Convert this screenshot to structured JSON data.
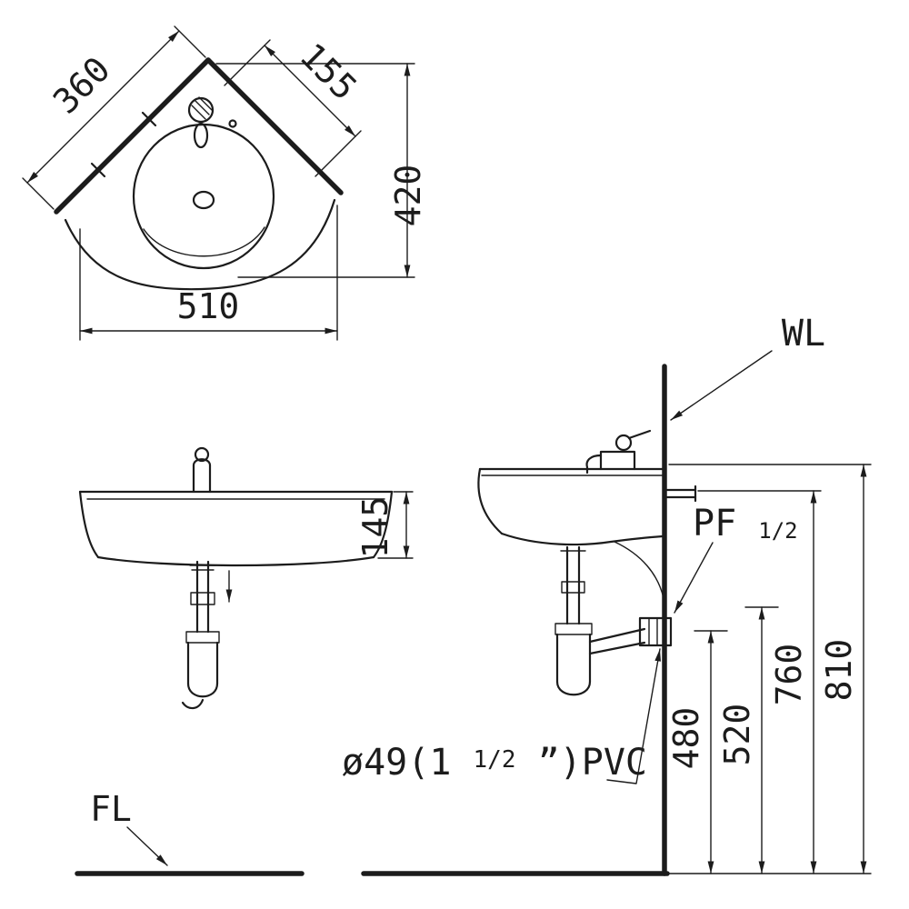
{
  "colors": {
    "line": "#1c1c1c",
    "background": "#ffffff"
  },
  "top_view": {
    "dim_left_wall": "360",
    "dim_right_inset": "155",
    "dim_depth": "420",
    "dim_width": "510"
  },
  "front_view": {
    "dim_apron_height": "145"
  },
  "side_view": {
    "wall_line_label": "WL",
    "floor_line_label": "FL",
    "fitting_label": {
      "prefix": "PF",
      "fraction": "1/2"
    },
    "pipe_label": {
      "prefix": "ø49(1",
      "fraction": "1/2",
      "suffix": "”)PVC"
    },
    "dim_drain_outlet_height": "480",
    "dim_fitting_height": "520",
    "dim_hanger_height": "760",
    "dim_rim_height": "810"
  }
}
